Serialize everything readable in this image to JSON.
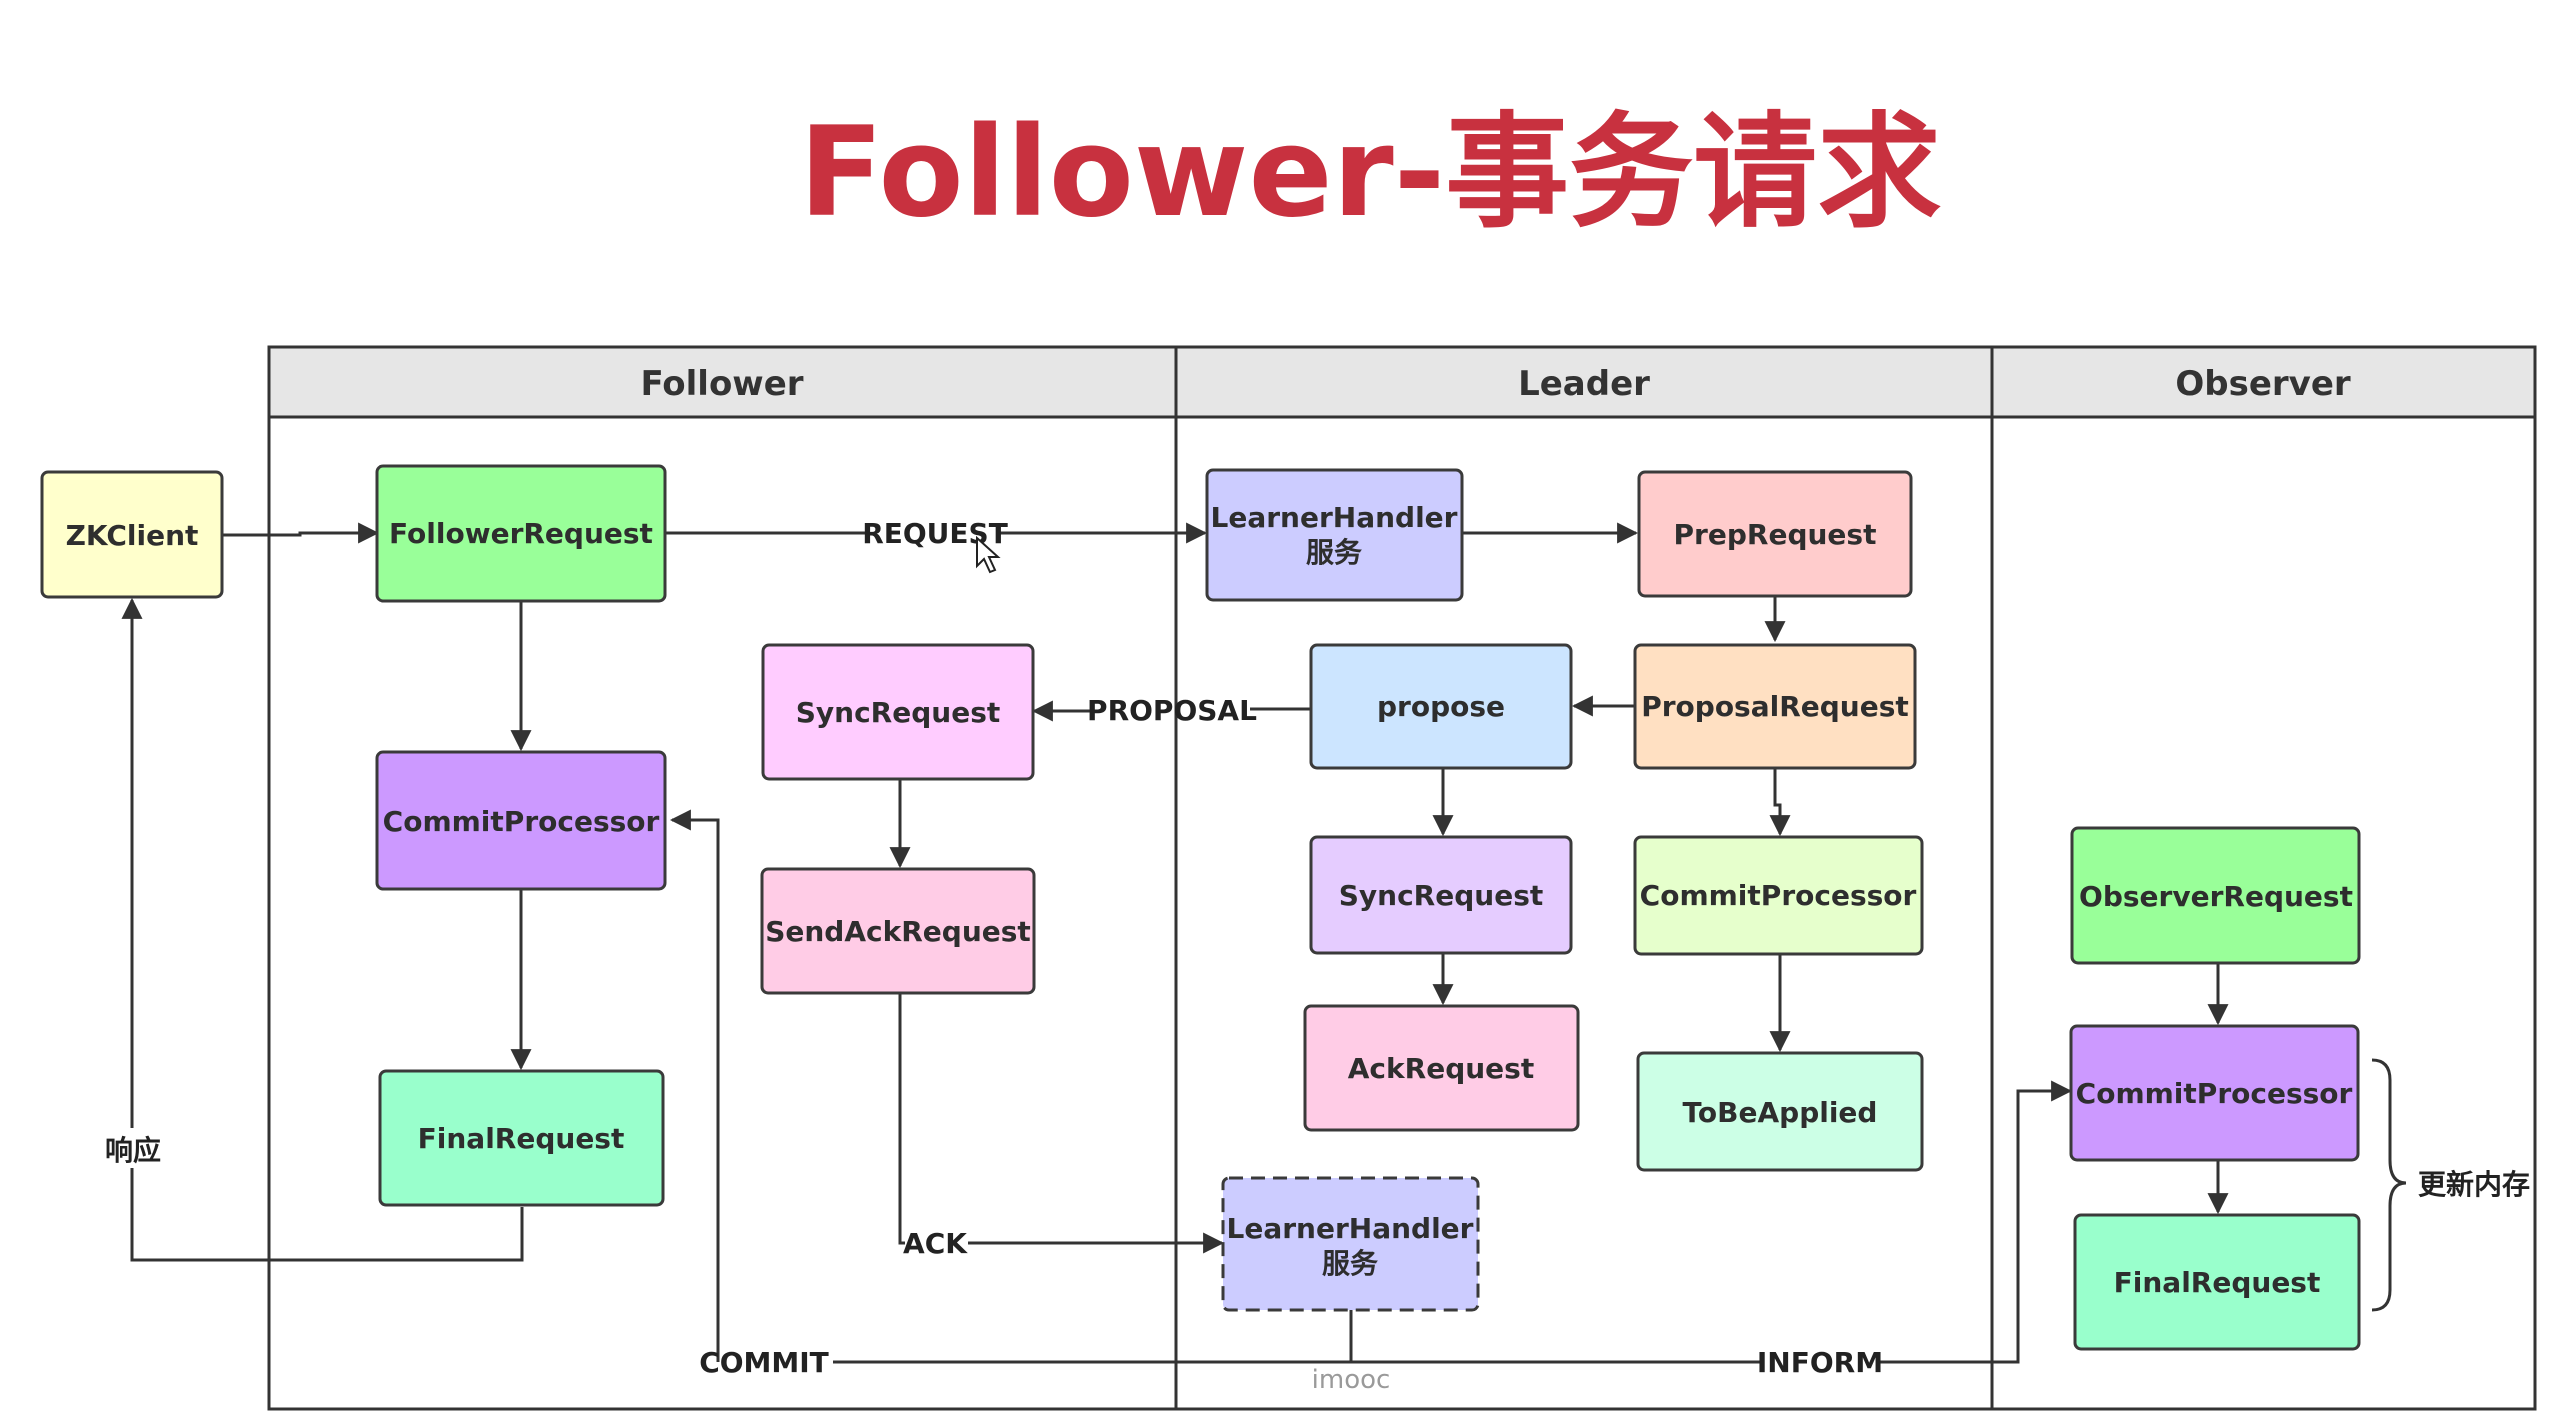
{
  "title": "Follower-事务请求",
  "lanes": {
    "follower": "Follower",
    "leader": "Leader",
    "observer": "Observer"
  },
  "nodes": {
    "zkclient": "ZKClient",
    "follower_request": "FollowerRequest",
    "follower_commit": "CommitProcessor",
    "follower_final": "FinalRequest",
    "follower_sync": "SyncRequest",
    "follower_sendack": "SendAckRequest",
    "learner1_l1": "LearnerHandler",
    "learner1_l2": "服务",
    "prep": "PrepRequest",
    "propose": "propose",
    "proposal": "ProposalRequest",
    "leader_sync": "SyncRequest",
    "leader_commit": "CommitProcessor",
    "ack": "AckRequest",
    "tobe": "ToBeApplied",
    "learner2_l1": "LearnerHandler",
    "learner2_l2": "服务",
    "obs_request": "ObserverRequest",
    "obs_commit": "CommitProcessor",
    "obs_final": "FinalRequest"
  },
  "edges": {
    "request": "REQUEST",
    "proposal": "PROPOSAL",
    "ack": "ACK",
    "commit": "COMMIT",
    "inform": "INFORM",
    "response": "响应",
    "update_memory": "更新内存"
  },
  "watermark": "imooc",
  "colors": {
    "title": "#c8313f",
    "yellow": "#ffffcc",
    "green": "#99ff99",
    "purple": "#cc99ff",
    "teal": "#99ffcc",
    "pink": "#ffccff",
    "rose": "#ffcce6",
    "lavender": "#ccccff",
    "salmon": "#ffcccc",
    "sky": "#cce5ff",
    "peach": "#ffe0c2",
    "lilac": "#e5ccff",
    "lime": "#e6ffcc",
    "mint": "#ccffe6"
  }
}
